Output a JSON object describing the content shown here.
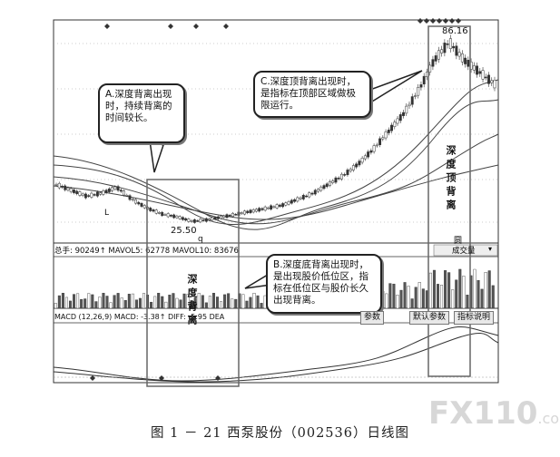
{
  "callouts": {
    "a": "A.深度背离出现时，持续背离的时间较长。",
    "b": "B.深度底背离出现时，是出现股价低位区，指标在低位区与股价长久出现背离。",
    "c": "C.深度顶背离出现时，是指标在顶部区域做极限运行。"
  },
  "labels": {
    "bottom_divergence": "深度背离",
    "top_divergence": "深度顶背离",
    "low_price": "25.50",
    "high_price": "86.16",
    "l_marker": "L",
    "q_marker": "q",
    "zone_marker": "圆"
  },
  "volume_bar": {
    "text": "总手: 90249↑ MAVOL5: 62778  MAVOL10: 83676",
    "dropdown": "成交量"
  },
  "macd_bar": {
    "text": "MACD (12,26,9)  MACD: -3.38↑ DIFF: -5.95  DEA"
  },
  "buttons": {
    "params": "参数",
    "default_params": "默认参数",
    "indicator_help": "指标说明"
  },
  "caption": "图 1 － 21   西泵股份（002536）日线图",
  "watermark": {
    "main": "FX110",
    "suffix": ".com"
  },
  "chart_data": {
    "type": "candlestick",
    "title": "西泵股份（002536）日线图",
    "price_annotations": {
      "low": 25.5,
      "high": 86.16
    },
    "price_trend": [
      38,
      36,
      34,
      35,
      37,
      33,
      30,
      28,
      27,
      25.5,
      26,
      27,
      28,
      29,
      30,
      31,
      33,
      35,
      38,
      41,
      45,
      50,
      56,
      62,
      70,
      80,
      86.16,
      80,
      76,
      72
    ],
    "series": [
      {
        "name": "MAVOL5",
        "value": 62778
      },
      {
        "name": "MAVOL10",
        "value": 83676
      }
    ],
    "macd": {
      "MACD": -3.38,
      "DIFF": -5.95
    }
  }
}
